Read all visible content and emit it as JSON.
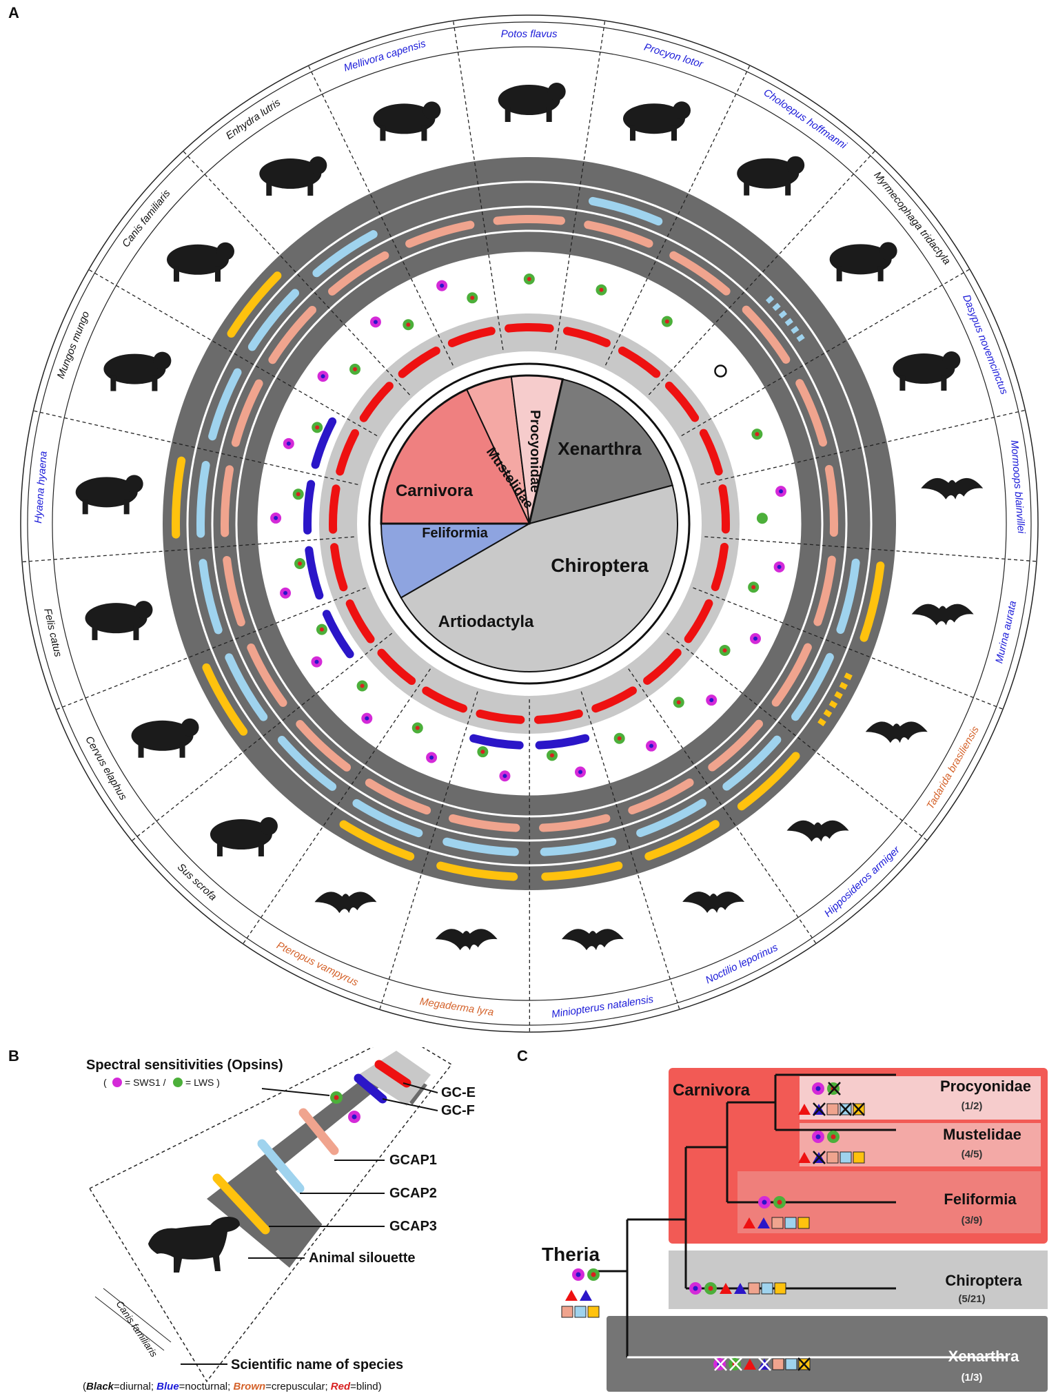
{
  "panels": {
    "a": "A",
    "b": "B",
    "c": "C"
  },
  "colors": {
    "dark_ring": "#6b6b6b",
    "light_ring": "#c8c8c8",
    "gce": "#ee1111",
    "gcf": "#2b16c8",
    "gcap1": "#f0a48e",
    "gcap2": "#9fd3ee",
    "gcap3": "#ffc20e",
    "sws1": "#d42ad8",
    "lws": "#4caf3a",
    "diurnal": "#111111",
    "nocturnal": "#1a1ad8",
    "crepuscular": "#d4622a",
    "blind": "#d82020",
    "carnivora": "#f06060",
    "xenarthra": "#7a7a7a",
    "chiroptera": "#c9c9c9",
    "artiodactyla": "#8ea4e0"
  },
  "pie_labels": {
    "procyonidae": "Procyonidae",
    "mustelidae": "Mustelidae",
    "carnivora": "Carnivora",
    "feliformia": "Feliformia",
    "xenarthra": "Xenarthra",
    "chiroptera": "Chiroptera",
    "artiodactyla": "Artiodactyla"
  },
  "species": [
    {
      "name": "Procyon lotor",
      "activity": "nocturnal",
      "silhouette": "raccoon-silhouette"
    },
    {
      "name": "Choloepus hoffmanni",
      "activity": "nocturnal",
      "silhouette": "sloth-silhouette"
    },
    {
      "name": "Myrmecophaga tridactyla",
      "activity": "diurnal",
      "silhouette": "anteater-silhouette"
    },
    {
      "name": "Dasypus novemcinctus",
      "activity": "nocturnal",
      "silhouette": "armadillo-silhouette"
    },
    {
      "name": "Mormoops blainvillei",
      "activity": "nocturnal",
      "silhouette": "bat-silhouette"
    },
    {
      "name": "Murina aurata",
      "activity": "nocturnal",
      "silhouette": "bat-silhouette"
    },
    {
      "name": "Tadarida brasiliensis",
      "activity": "crepuscular",
      "silhouette": "bat-silhouette"
    },
    {
      "name": "Hipposideros armiger",
      "activity": "nocturnal",
      "silhouette": "bat-silhouette"
    },
    {
      "name": "Noctilio leporinus",
      "activity": "nocturnal",
      "silhouette": "bat-silhouette"
    },
    {
      "name": "Miniopterus natalensis",
      "activity": "nocturnal",
      "silhouette": "bat-silhouette"
    },
    {
      "name": "Megaderma lyra",
      "activity": "crepuscular",
      "silhouette": "bat-silhouette"
    },
    {
      "name": "Pteropus vampyrus",
      "activity": "crepuscular",
      "silhouette": "fruit-bat-silhouette"
    },
    {
      "name": "Sus scrofa",
      "activity": "diurnal",
      "silhouette": "boar-silhouette"
    },
    {
      "name": "Cervus elaphus",
      "activity": "diurnal",
      "silhouette": "deer-silhouette"
    },
    {
      "name": "Felis catus",
      "activity": "diurnal",
      "silhouette": "cat-silhouette"
    },
    {
      "name": "Hyaena hyaena",
      "activity": "nocturnal",
      "silhouette": "hyena-silhouette"
    },
    {
      "name": "Mungos mungo",
      "activity": "diurnal",
      "silhouette": "mongoose-silhouette"
    },
    {
      "name": "Canis familiaris",
      "activity": "diurnal",
      "silhouette": "dog-silhouette"
    },
    {
      "name": "Enhydra lutris",
      "activity": "diurnal",
      "silhouette": "otter-silhouette"
    },
    {
      "name": "Mellivora capensis",
      "activity": "nocturnal",
      "silhouette": "badger-silhouette"
    },
    {
      "name": "Potos flavus",
      "activity": "nocturnal",
      "silhouette": "kinkajou-silhouette"
    }
  ],
  "panel_b": {
    "opsins_title": "Spectral sensitivities (Opsins)",
    "opsins_sub_open": "(",
    "opsins_sws1": "= SWS1 /",
    "opsins_lws": "= LWS )",
    "gce": "GC-E",
    "gcf": "GC-F",
    "gcap1": "GCAP1",
    "gcap2": "GCAP2",
    "gcap3": "GCAP3",
    "silhouette": "Animal silouette",
    "scientific_name": "Scientific name of species",
    "example_species": "Canis familiaris",
    "activity_legend": {
      "open": "(",
      "black": "Black",
      "black_desc": "=diurnal; ",
      "blue": "Blue",
      "blue_desc": "=nocturnal; ",
      "brown": "Brown",
      "brown_desc": "=crepuscular; ",
      "red": "Red",
      "red_desc": "=blind)"
    }
  },
  "panel_c": {
    "carnivora": "Carnivora",
    "theria": "Theria",
    "procyonidae": "Procyonidae",
    "procyonidae_count": "(1/2)",
    "mustelidae": "Mustelidae",
    "mustelidae_count": "(4/5)",
    "feliformia": "Feliformia",
    "feliformia_count": "(3/9)",
    "chiroptera": "Chiroptera",
    "chiroptera_count": "(5/21)",
    "xenarthra": "Xenarthra",
    "xenarthra_count": "(1/3)"
  }
}
